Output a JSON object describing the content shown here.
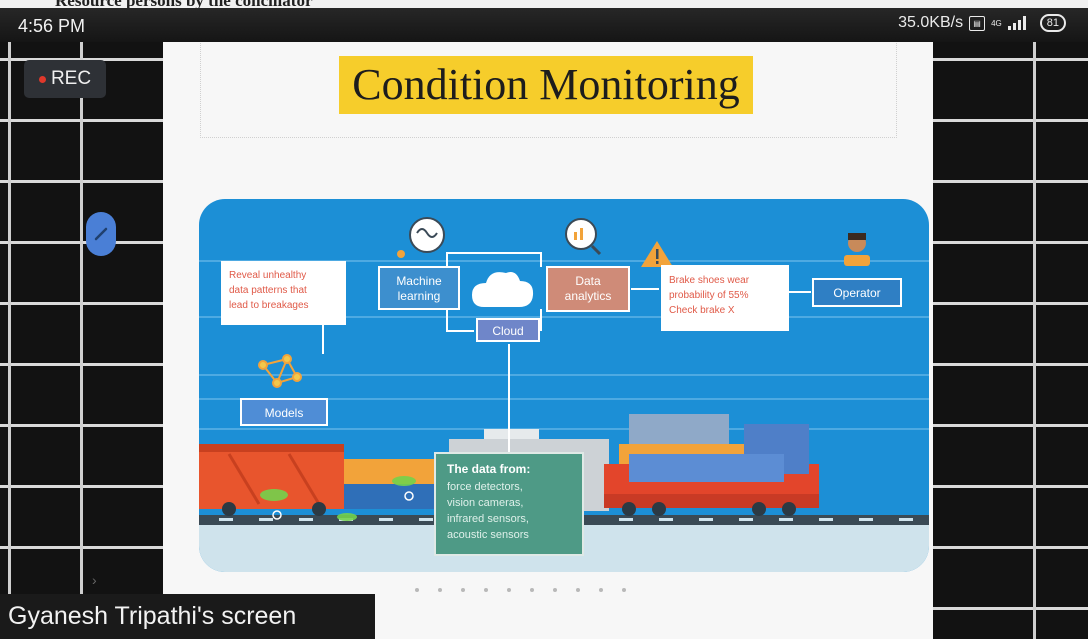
{
  "status_bar": {
    "time": "4:56 PM",
    "network_speed": "35.0KB/s",
    "battery": "81",
    "network_type": "4G"
  },
  "recording": {
    "label": "REC"
  },
  "top_fragment": {
    "text": "Resource persons by the conciliator"
  },
  "slide": {
    "title": "Condition Monitoring",
    "diagram": {
      "reveal_text": [
        "Reveal unhealthy",
        "data patterns that",
        "lead to breakages"
      ],
      "machine_learning": [
        "Machine",
        "learning"
      ],
      "cloud": "Cloud",
      "data_analytics": [
        "Data",
        "analytics"
      ],
      "brake_text": [
        "Brake shoes wear",
        "probability of 55%",
        "Check brake X"
      ],
      "operator": "Operator",
      "models": "Models",
      "data_from_title": "The data from:",
      "data_from_items": [
        "force detectors,",
        "vision cameras,",
        "infrared sensors,",
        "acoustic sensors"
      ]
    },
    "page_dots": 10
  },
  "share_caption": "Gyanesh Tripathi's screen",
  "colors": {
    "title_highlight": "#f6cd2b",
    "diagram_bg": "#1c8fd6",
    "machine_learning": "#3d8fce",
    "cloud_label": "#6f86c9",
    "data_analytics": "#cf8b78",
    "models": "#4f8dd6",
    "data_from_box": "#4e9a86",
    "recording_dot": "#e0382b"
  }
}
